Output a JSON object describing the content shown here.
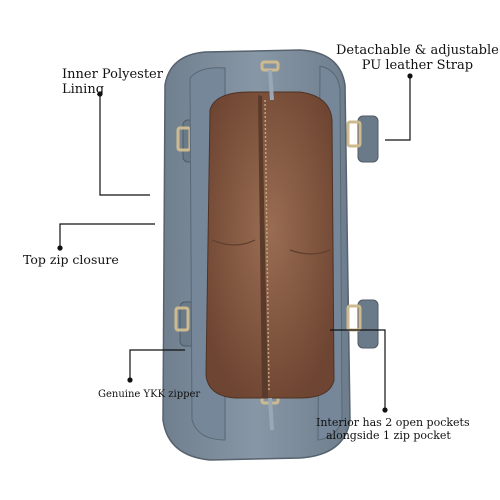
{
  "labels": {
    "lining": [
      "Inner Polyester",
      "Lining"
    ],
    "strap": [
      "Detachable & adjustable",
      "PU leather Strap"
    ],
    "closure": "Top zip closure",
    "zipper": "Genuine YKK zipper",
    "pockets": [
      "Interior has 2 open pockets",
      "alongside 1 zip pocket"
    ]
  },
  "colors": {
    "bag": "#7f8f9e",
    "bag_dark": "#5f6e7c",
    "lining": "#8a5e45",
    "hardware": "#c9b58a",
    "pointer": "#111111"
  }
}
